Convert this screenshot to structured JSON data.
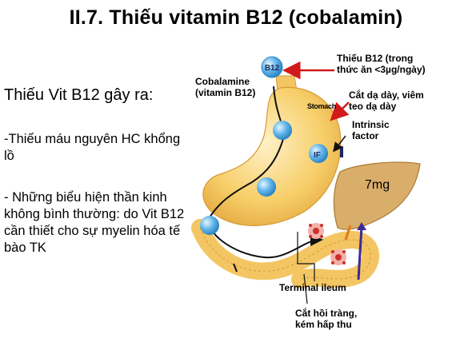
{
  "slide": {
    "title": "II.7. Thiếu vitamin B12 (cobalamin)",
    "intro": "Thiếu Vit B12 gây ra:",
    "bullets": [
      "-Thiếu máu nguyên HC khổng lồ",
      "- Những biểu hiện thần kinh không bình thường: do Vit B12 cần thiết cho sự myelin hóa tế bào TK"
    ]
  },
  "diagram": {
    "b12_badge": "B12",
    "cobalamine_line1": "Cobalamine",
    "cobalamine_line2": "(vitamin B12)",
    "stomach_label": "Stomach",
    "if_badge": "IF",
    "intake_line1": "Thiếu B12 (trong",
    "intake_line2": "thức ăn <3µg/ngày)",
    "gastrectomy_line1": "Cắt dạ dày, viêm",
    "gastrectomy_line2": "teo dạ dày",
    "intrinsic_line1": "Intrinsic",
    "intrinsic_line2": "factor",
    "liver_store": "7mg",
    "terminal_ileum": "Terminal ileum",
    "resection_line1": "Cắt hồi tràng,",
    "resection_line2": "kém hấp thu"
  },
  "colors": {
    "stomach_fill": "#f7cf6a",
    "liver_fill": "#d9ad6a",
    "b12_blue": "#63b6ea",
    "arrow_red": "#d21a1a",
    "arrow_purple": "#3c2a96",
    "receptor_red": "#c9312a"
  }
}
